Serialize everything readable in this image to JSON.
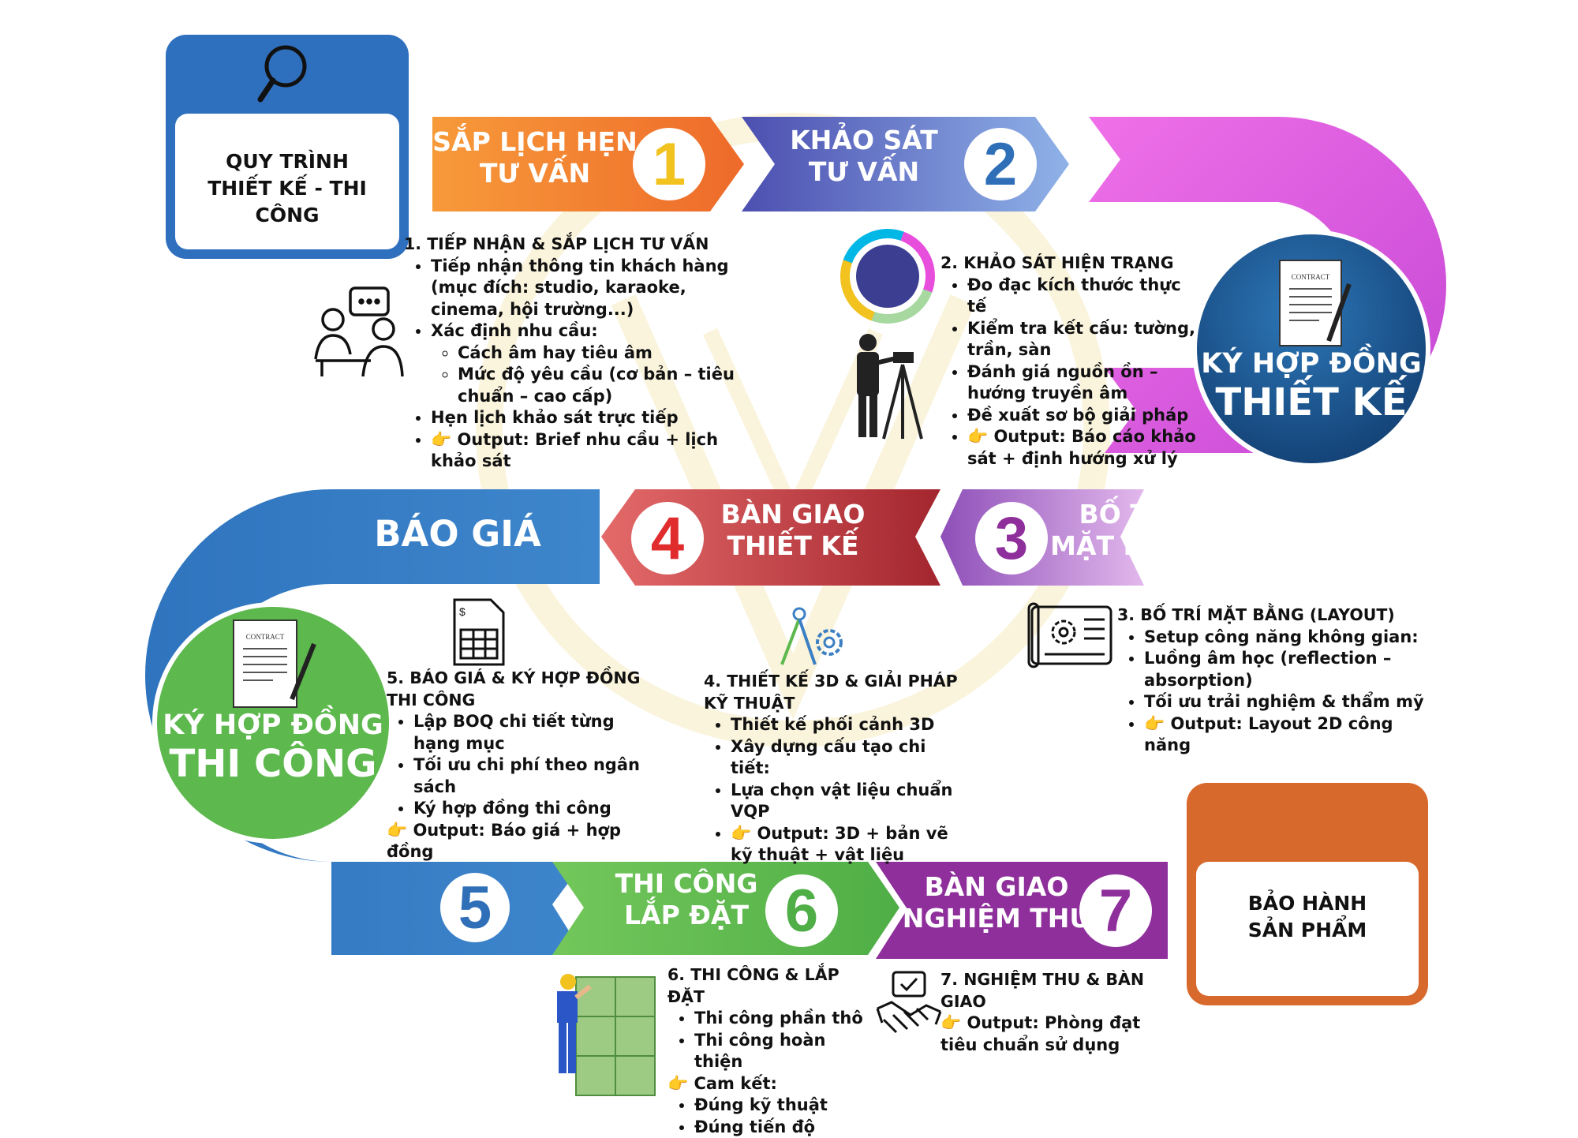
{
  "header": {
    "title_line1": "QUY TRÌNH",
    "title_line2": "THIẾT KẾ - THI CÔNG"
  },
  "steps": {
    "s1": {
      "number": "1",
      "line1": "SẮP LỊCH HẸN",
      "line2": "TƯ VẤN"
    },
    "s2": {
      "number": "2",
      "line1": "KHẢO SÁT",
      "line2": "TƯ VẤN"
    },
    "s3": {
      "number": "3",
      "line1": "BỐ TRÍ",
      "line2": "MẶT BẰNG"
    },
    "s4": {
      "number": "4",
      "line1": "BÀN GIAO",
      "line2": "THIẾT KẾ"
    },
    "s5": {
      "number": "5",
      "line1": "BÁO GIÁ"
    },
    "s6": {
      "number": "6",
      "line1": "THI CÔNG",
      "line2": "LẮP ĐẶT"
    },
    "s7": {
      "number": "7",
      "line1": "BÀN GIAO",
      "line2": "NGHIỆM THU"
    }
  },
  "circles": {
    "design_contract": {
      "line1": "KÝ HỢP ĐỒNG",
      "line2": "THIẾT KẾ",
      "doc_label": "CONTRACT"
    },
    "build_contract": {
      "line1": "KÝ HỢP ĐỒNG",
      "line2": "THI CÔNG",
      "doc_label": "CONTRACT"
    }
  },
  "warranty": {
    "line1": "BẢO HÀNH",
    "line2": "SẢN PHẨM"
  },
  "details": {
    "d1": {
      "heading": "1. TIẾP NHẬN & SẮP LỊCH TƯ VẤN",
      "b1": "Tiếp nhận thông tin khách hàng (mục đích: studio, karaoke, cinema, hội trường...)",
      "b2": "Xác định nhu cầu:",
      "b2a": "Cách âm hay tiêu âm",
      "b2b": "Mức độ yêu cầu (cơ bản – tiêu chuẩn – cao cấp)",
      "b3": "Hẹn lịch khảo sát trực tiếp",
      "b4": "👉 Output: Brief nhu cầu + lịch khảo sát"
    },
    "d2": {
      "heading": "2. KHẢO SÁT HIỆN TRẠNG",
      "b1": "Đo đạc kích thước thực tế",
      "b2": "Kiểm tra kết cấu: tường, trần, sàn",
      "b3": "Đánh giá nguồn ồn – hướng truyền âm",
      "b4": "Đề xuất sơ bộ giải pháp",
      "b5": "👉 Output: Báo cáo khảo sát + định hướng xử lý"
    },
    "d3": {
      "heading": "3. BỐ TRÍ MẶT BẰNG (LAYOUT)",
      "b1": "Setup công năng không gian:",
      "b2": "Luồng âm học (reflection – absorption)",
      "b3": "Tối ưu trải nghiệm & thẩm mỹ",
      "b4": "👉 Output: Layout 2D công năng"
    },
    "d4": {
      "heading": "4. THIẾT KẾ 3D & GIẢI PHÁP KỸ THUẬT",
      "b1": "Thiết kế phối cảnh 3D",
      "b2": "Xây dựng cấu tạo chi tiết:",
      "b3": "Lựa chọn vật liệu chuẩn VQP",
      "b4": "👉 Output: 3D + bản vẽ kỹ thuật + vật liệu"
    },
    "d5": {
      "heading": "5. BÁO GIÁ & KÝ HỢP ĐỒNG THI CÔNG",
      "b1": "Lập BOQ chi tiết từng hạng mục",
      "b2": "Tối ưu chi phí theo ngân sách",
      "b3": "Ký hợp đồng thi công",
      "b4": "👉 Output: Báo giá + hợp đồng"
    },
    "d6": {
      "heading": "6. THI CÔNG & LẮP ĐẶT",
      "b1": "Thi công phần thô",
      "b2": "Thi công hoàn thiện",
      "b3": "👉 Cam kết:",
      "b4": "Đúng kỹ thuật",
      "b5": "Đúng tiến độ"
    },
    "d7": {
      "heading": "7. NGHIỆM THU & BÀN GIAO",
      "b1": "👉 Output: Phòng đạt tiêu chuẩn sử dụng"
    }
  },
  "icons": [
    "search-icon",
    "consultation-icon",
    "color-ring-icon",
    "surveyor-icon",
    "contract-icon",
    "blueprint-icon",
    "compass-gear-icon",
    "price-sheet-icon",
    "worker-icon",
    "handshake-icon"
  ],
  "colors": {
    "orange": "#F58A2E",
    "indigo": "#4C56B8",
    "magenta": "#E551E0",
    "purple": "#A76BC9",
    "red": "#C03A3A",
    "blue": "#3C80C3",
    "green": "#5DB84D",
    "violet": "#8E2F9B",
    "warranty": "#D8692C",
    "navy": "#1B5A96"
  }
}
